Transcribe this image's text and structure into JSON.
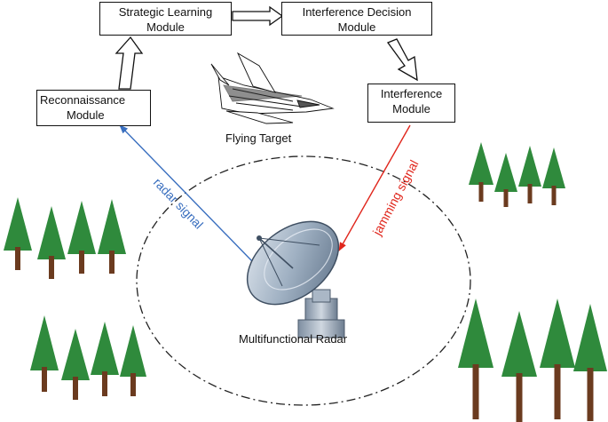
{
  "modules": {
    "strategic_learning": {
      "line1": "Strategic Learning",
      "line2": "Module"
    },
    "interference_decision": {
      "line1": "Interference Decision",
      "line2": "Module"
    },
    "interference": {
      "line1": "Interference",
      "line2": "Module"
    },
    "reconnaissance": {
      "line1": "Reconnaissance",
      "line2": "Module"
    }
  },
  "labels": {
    "flying_target": "Flying Target",
    "multifunctional_radar": "Multifunctional Radar",
    "radar_signal": "radar signal",
    "jamming_signal": "jamming signal"
  },
  "colors": {
    "radar_signal": "#3a6fbf",
    "jamming_signal": "#e0261c",
    "tree_foliage": "#2f8a3c",
    "tree_trunk": "#6b3b1f"
  }
}
